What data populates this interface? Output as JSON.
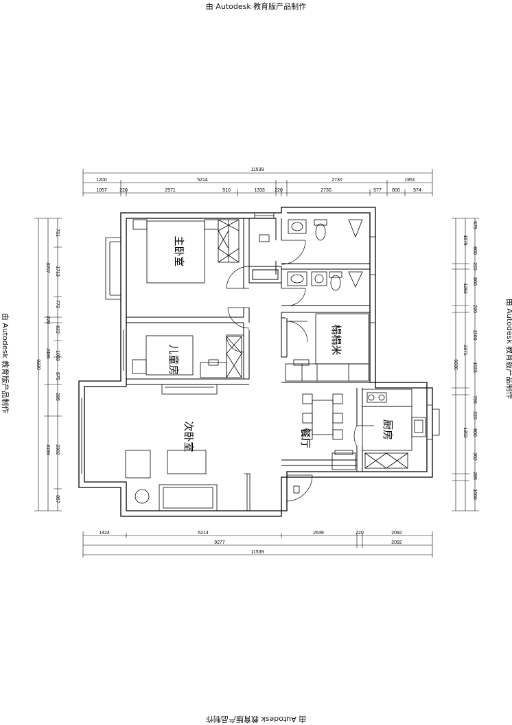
{
  "watermark": "由 Autodesk 教育版产品制作",
  "rooms": {
    "master_bedroom": "主卧室",
    "second_bedroom": "次卧室",
    "kids_room": "儿童房",
    "tatami": "榻榻米",
    "dining": "餐厅",
    "kitchen": "厨房"
  },
  "dims_top": {
    "total": "11539",
    "row2": [
      "1200",
      "5214",
      "2730",
      "1951"
    ],
    "row3": [
      "1057",
      "220",
      "2971",
      "910",
      "1333",
      "220",
      "2730",
      "577",
      "800",
      "574"
    ]
  },
  "dims_bottom": {
    "row1": [
      "1424",
      "5214",
      "2639",
      "220",
      "2092"
    ],
    "row2": [
      "9277",
      "2092"
    ],
    "total": "11539"
  },
  "dims_left": {
    "total": "9330",
    "row2": [
      "3207",
      "220",
      "2496",
      "3159"
    ],
    "row3": [
      "731",
      "1713",
      "772",
      "822",
      "1003",
      "575",
      "285",
      "2302",
      "857"
    ]
  },
  "dims_right": {
    "total": "9330",
    "row2": [
      "1575",
      "1283",
      "2371",
      "1302"
    ],
    "row3": [
      "675",
      "800",
      "220",
      "800",
      "220",
      "1100",
      "1023",
      "796",
      "220",
      "800",
      "302",
      "285",
      "1000"
    ]
  }
}
